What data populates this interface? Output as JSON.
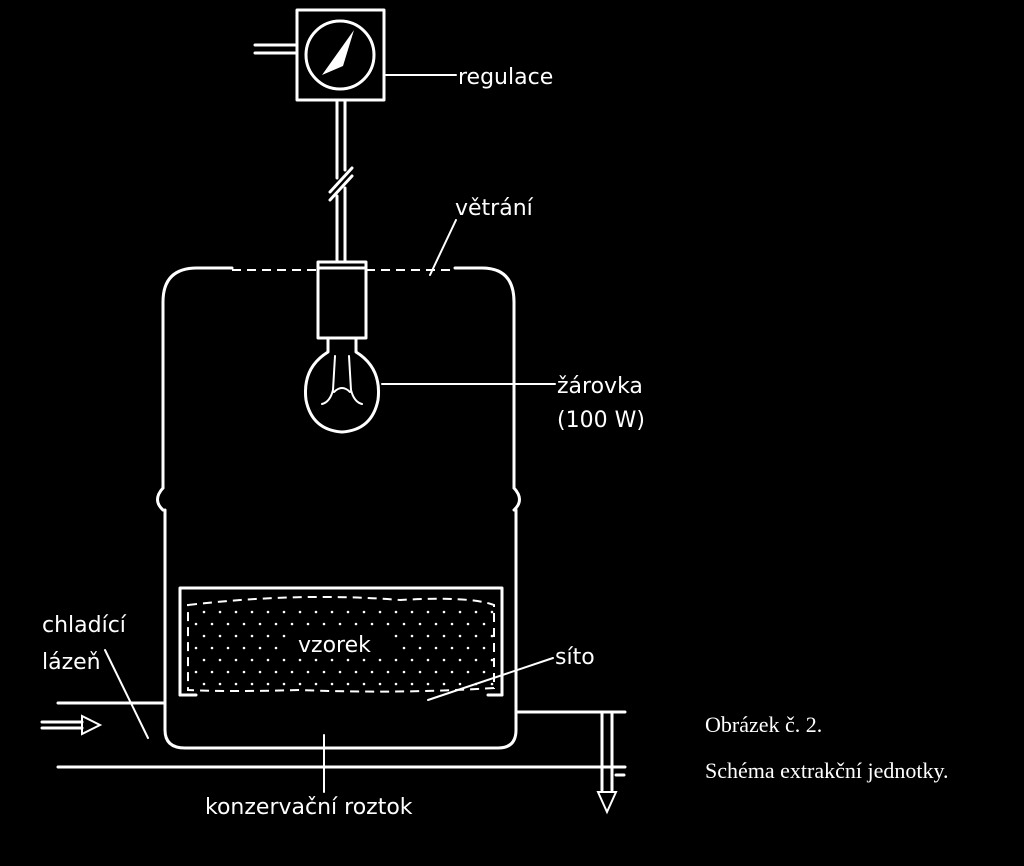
{
  "labels": {
    "regulace": "regulace",
    "vetrani": "větrání",
    "zarovka_line1": "žárovka",
    "zarovka_line2": "(100 W)",
    "chladici_line1": "chladící",
    "chladici_line2": "lázeň",
    "vzorek": "vzorek",
    "sito": "síto",
    "konzervacni": "konzervační roztok"
  },
  "caption": {
    "line1": "Obrázek č. 2.",
    "line2": "Schéma extrakční jednotky."
  },
  "colors": {
    "background": "#000000",
    "ink": "#ffffff"
  }
}
